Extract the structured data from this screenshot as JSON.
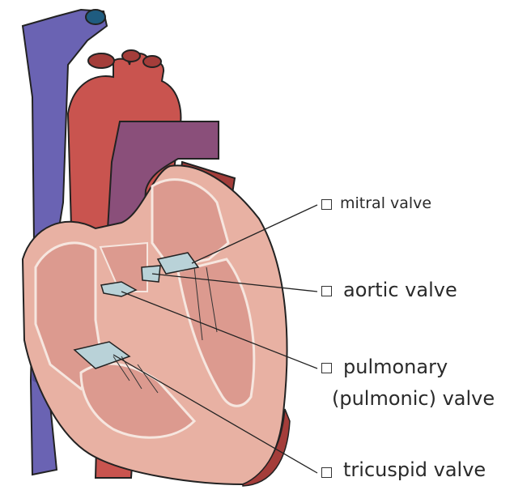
{
  "labels": {
    "mitral": "mitral valve",
    "aortic": "aortic valve",
    "pulmonary_line1": "pulmonary",
    "pulmonary_line2": "(pulmonic) valve",
    "tricuspid": "tricuspid valve"
  },
  "colors": {
    "vena_cava": "#6a63b3",
    "vena_cava_dark": "#4d478f",
    "aorta": "#c9544f",
    "aorta_dark": "#a43d3a",
    "pulmonary_artery": "#8a4f7a",
    "heart_wall": "#e8b1a3",
    "heart_inner": "#dc9a8f",
    "valve": "#b9d2d8",
    "outline": "#222222"
  }
}
